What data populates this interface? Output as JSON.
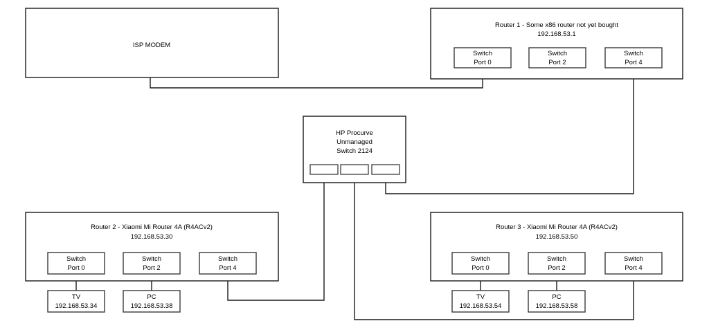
{
  "diagram": {
    "type": "network-topology",
    "background_color": "#ffffff",
    "line_color": "#1a1a1a",
    "box_fill": "#ffffff"
  },
  "modem": {
    "label": "ISP MODEM"
  },
  "router1": {
    "title": "Router 1 - Some x86 router not yet bought",
    "ip": "192.168.53.1",
    "ports": [
      {
        "line1": "Switch",
        "line2": "Port 0"
      },
      {
        "line1": "Switch",
        "line2": "Port 2"
      },
      {
        "line1": "Switch",
        "line2": "Port 4"
      }
    ]
  },
  "switch_hp": {
    "line1": "HP Procurve",
    "line2": "Unmanaged",
    "line3": "Switch 2124",
    "ports": [
      {
        "label": ""
      },
      {
        "label": ""
      },
      {
        "label": ""
      }
    ]
  },
  "router2": {
    "title": "Router 2 - Xiaomi Mi Router 4A (R4ACv2)",
    "ip": "192.168.53.30",
    "ports": [
      {
        "line1": "Switch",
        "line2": "Port 0"
      },
      {
        "line1": "Switch",
        "line2": "Port 2"
      },
      {
        "line1": "Switch",
        "line2": "Port 4"
      }
    ],
    "devices": [
      {
        "name": "TV",
        "ip": "192.168.53.34"
      },
      {
        "name": "PC",
        "ip": "192.168.53.38"
      }
    ]
  },
  "router3": {
    "title": "Router 3 - Xiaomi Mi Router 4A (R4ACv2)",
    "ip": "192.168.53.50",
    "ports": [
      {
        "line1": "Switch",
        "line2": "Port 0"
      },
      {
        "line1": "Switch",
        "line2": "Port 2"
      },
      {
        "line1": "Switch",
        "line2": "Port 4"
      }
    ],
    "devices": [
      {
        "name": "TV",
        "ip": "192.168.53.54"
      },
      {
        "name": "PC",
        "ip": "192.168.53.58"
      }
    ]
  }
}
